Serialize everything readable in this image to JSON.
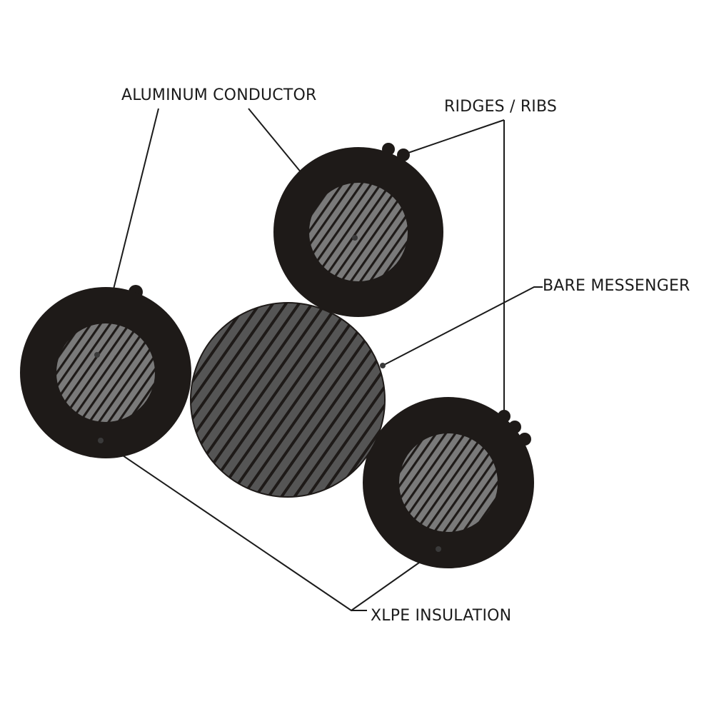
{
  "labels": {
    "aluminum_conductor": "ALUMINUM CONDUCTOR",
    "ridges_ribs": "RIDGES / RIBS",
    "bare_messenger": "BARE MESSENGER",
    "xlpe_insulation": "XLPE INSULATION"
  },
  "colors": {
    "insulation": "#1e1a18",
    "conductor_fill": "#7a7a7a",
    "messenger_fill": "#555555",
    "hatch_line": "#1e1a18",
    "leader_line": "#1b1b1b",
    "background": "#ffffff"
  }
}
